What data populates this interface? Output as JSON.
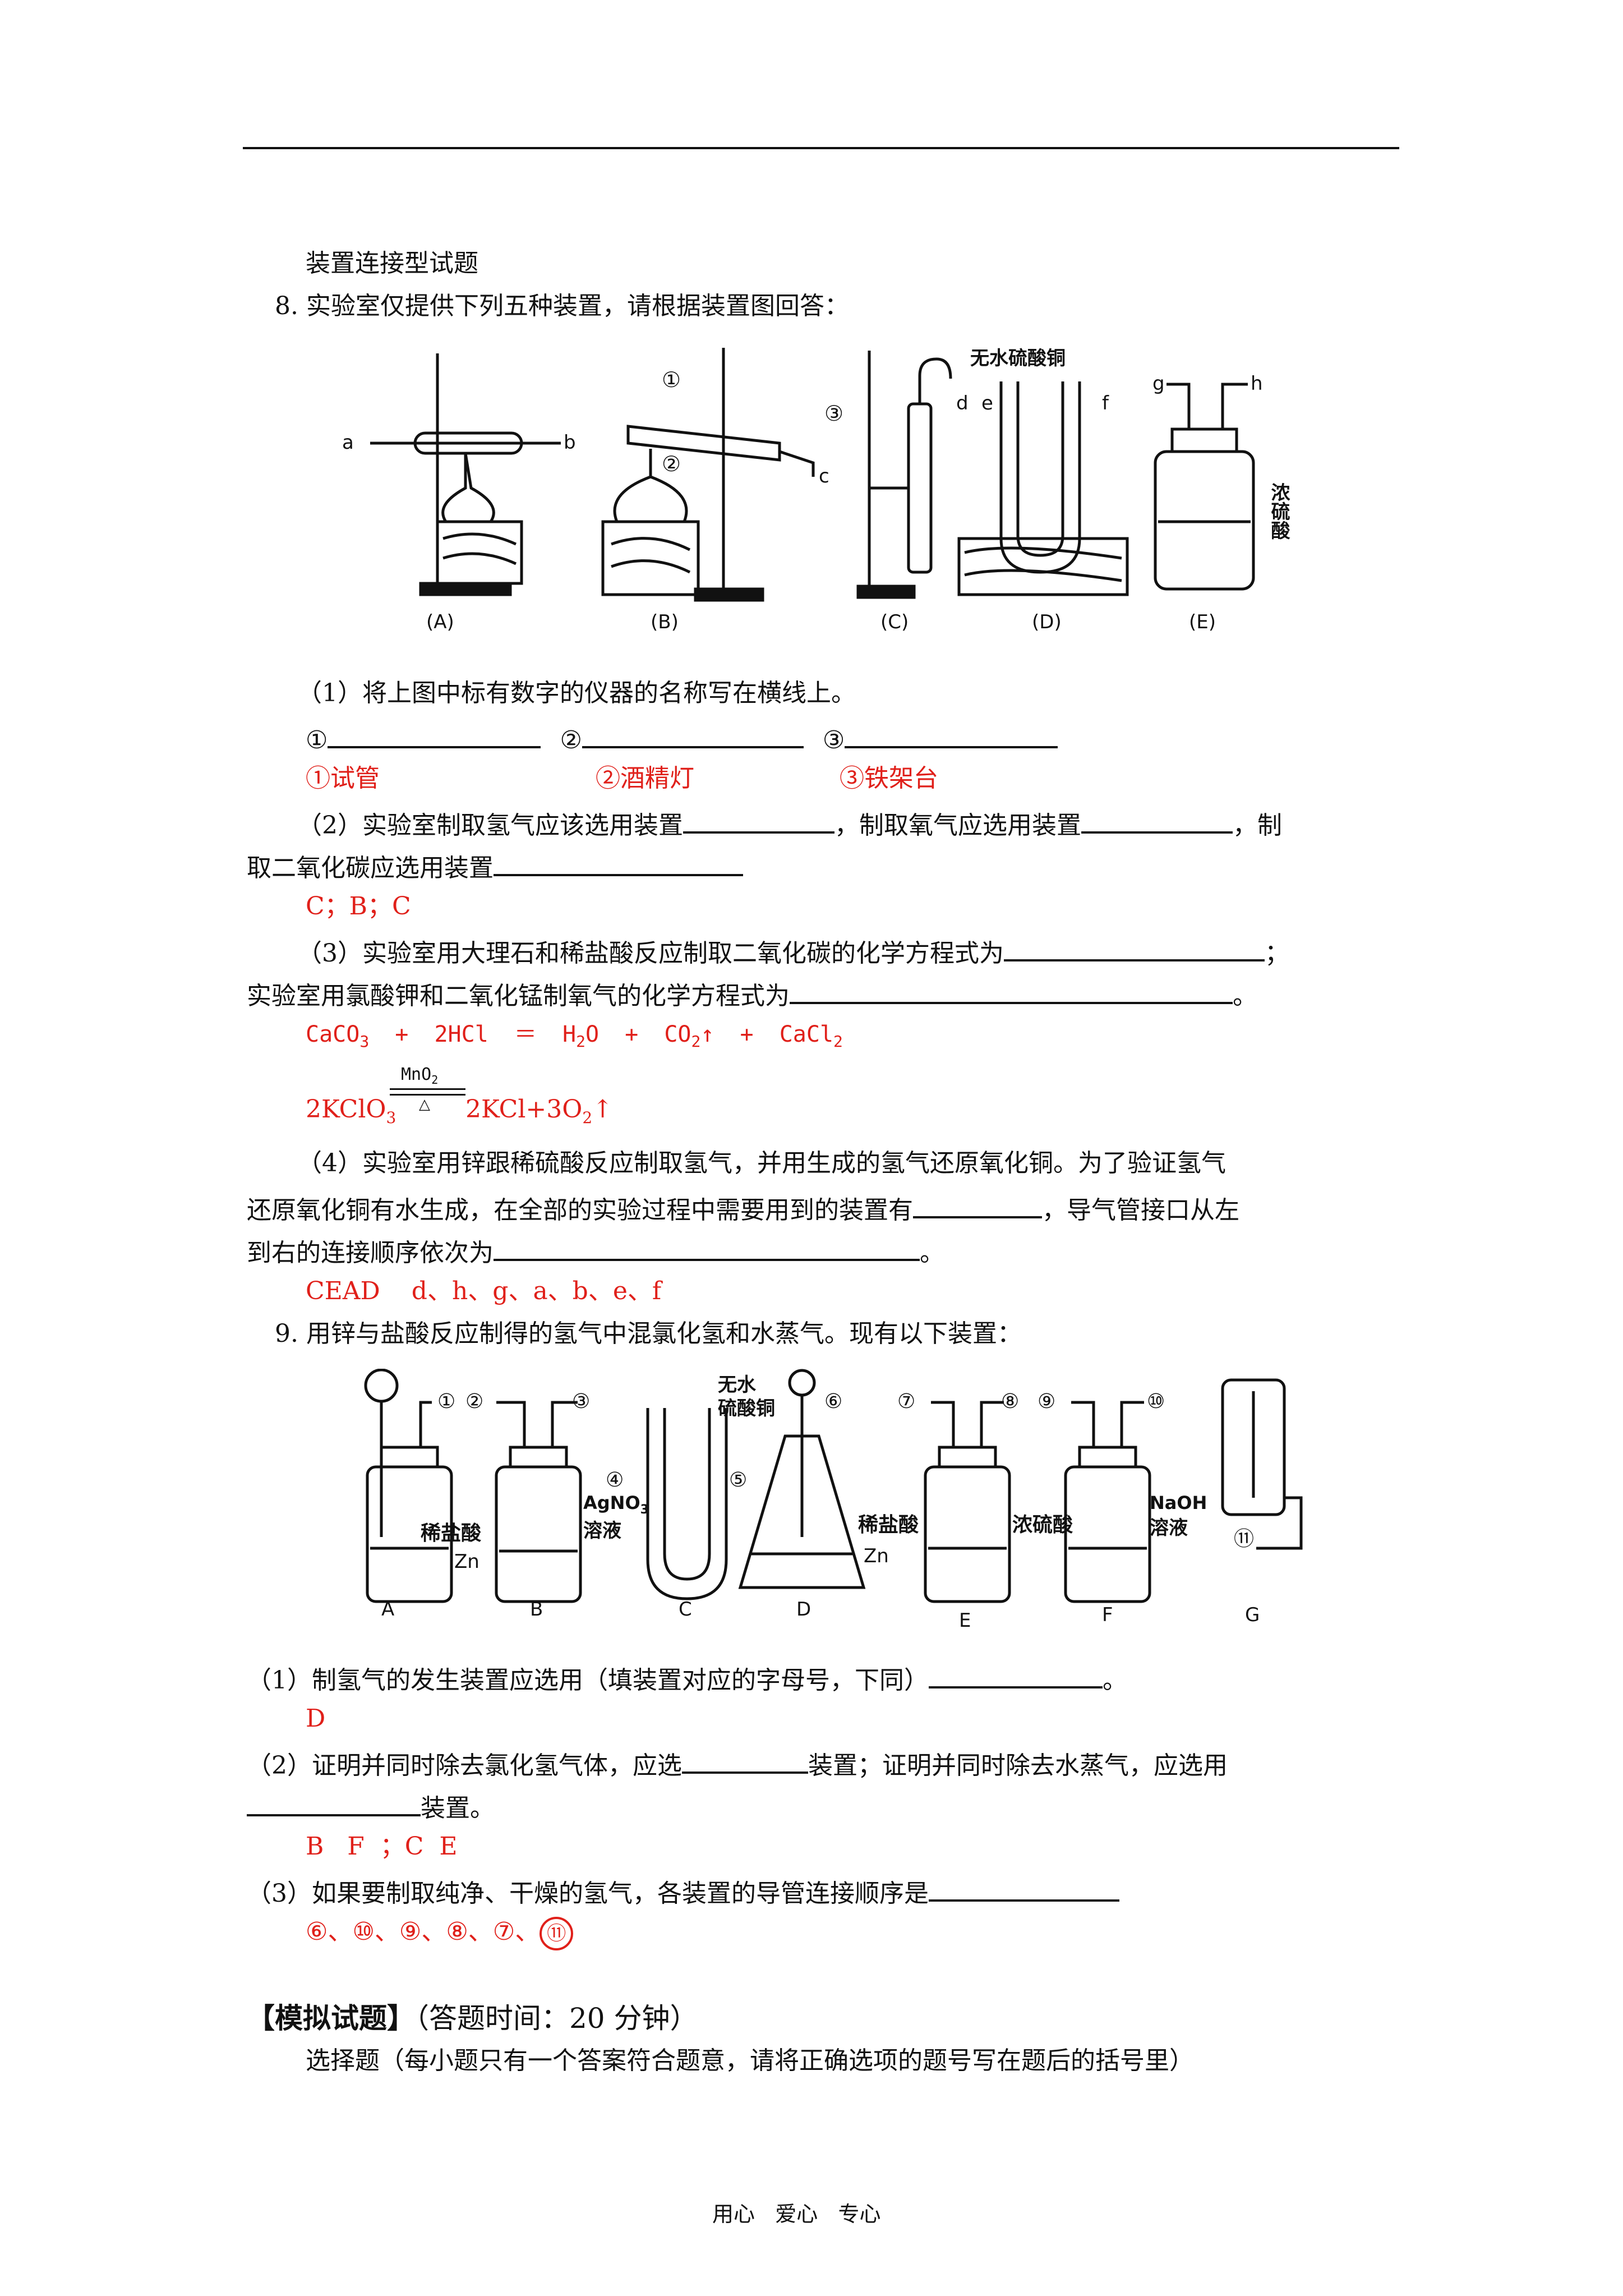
{
  "section_title": "装置连接型试题",
  "q8": {
    "stem": "8.  实验室仅提供下列五种装置，请根据装置图回答：",
    "figure": {
      "captions": [
        "(A)",
        "(B)",
        "(C)",
        "(D)",
        "(E)"
      ],
      "ports": [
        "a",
        "b",
        "c",
        "d",
        "e",
        "f",
        "g",
        "h"
      ],
      "numbers": [
        "①",
        "②",
        "③"
      ],
      "label_d": "无水硫酸铜",
      "label_e": "浓硫酸"
    },
    "p1": {
      "text": "（1）将上图中标有数字的仪器的名称写在横线上。",
      "m1": "①",
      "m2": "②",
      "m3": "③",
      "a1": "①试管",
      "a2": "②酒精灯",
      "a3": "③铁架台"
    },
    "p2": {
      "l1a": "（2）实验室制取氢气应该选用装置",
      "l1b": "，制取氧气应选用装置",
      "l1c": "，制",
      "l2": "取二氧化碳应选用装置",
      "answer": "C；B；C"
    },
    "p3": {
      "l1": "（3）实验室用大理石和稀盐酸反应制取二氧化碳的化学方程式为",
      "l1end": "；",
      "l2": "实验室用氯酸钾和二氧化锰制氧气的化学方程式为",
      "l2end": "。",
      "eq1": {
        "a": "CaCO",
        "a_sub": "3",
        "plus1": "+",
        "b": "2HCl",
        "eq": "＝",
        "c": "H",
        "c_sub": "2",
        "c2": "O",
        "plus2": "+",
        "d": "CO",
        "d_sub": "2",
        "arrow1": "↑",
        "plus3": "+",
        "e": "CaCl",
        "e_sub": "2"
      },
      "eq2": {
        "cond_top": "MnO",
        "cond_top_sub": "2",
        "cond_bottom": "△",
        "a": "2KClO",
        "a_sub": "3",
        "b": "2KCl+3O",
        "b_sub": "2",
        "arrow": "↑"
      }
    },
    "p4": {
      "l1": "（4）实验室用锌跟稀硫酸反应制取氢气，并用生成的氢气还原氧化铜。为了验证氢气",
      "l2a": "还原氧化铜有水生成，在全部的实验过程中需要用到的装置有",
      "l2b": "，导气管接口从左",
      "l3a": "到右的连接顺序依次为",
      "l3b": "。",
      "answer": "CEAD    d、h、g、a、b、e、f"
    }
  },
  "q9": {
    "stem": "9.  用锌与盐酸反应制得的氢气中混氯化氢和水蒸气。现有以下装置：",
    "figure": {
      "captions": [
        "A",
        "B",
        "C",
        "D",
        "E",
        "F",
        "G"
      ],
      "nums": [
        "①",
        "②",
        "③",
        "④",
        "⑤",
        "⑥",
        "⑦",
        "⑧",
        "⑨",
        "⑩",
        "⑪"
      ],
      "label_acid": "稀盐酸",
      "label_zn": "Zn",
      "label_agno3_1": "AgNO",
      "label_agno3_sub": "3",
      "label_agno3_2": "溶液",
      "label_cuso4_1": "无水",
      "label_cuso4_2": "硫酸铜",
      "label_h2so4": "浓硫酸",
      "label_naoh_1": "NaOH",
      "label_naoh_2": "溶液"
    },
    "p1": {
      "text": "（1）制氢气的发生装置应选用（填装置对应的字母号，下同）",
      "end": "。",
      "answer": "D"
    },
    "p2": {
      "l1a": "（2）证明并同时除去氯化氢气体，应选",
      "l1b": "装置；证明并同时除去水蒸气，应选用",
      "l2": "装置。",
      "answer": "B   F  ；C  E"
    },
    "p3": {
      "text": "（3）如果要制取纯净、干燥的氢气，各装置的导管连接顺序是",
      "answer": "⑥、⑩、⑨、⑧、⑦、",
      "answer_last": "⑪"
    }
  },
  "mock": {
    "title": "【模拟试题】",
    "time": "（答题时间：20 分钟）",
    "choice": "选择题（每小题只有一个答案符合题意，请将正确选项的题号写在题后的括号里）"
  },
  "footer": "用心   爱心   专心"
}
